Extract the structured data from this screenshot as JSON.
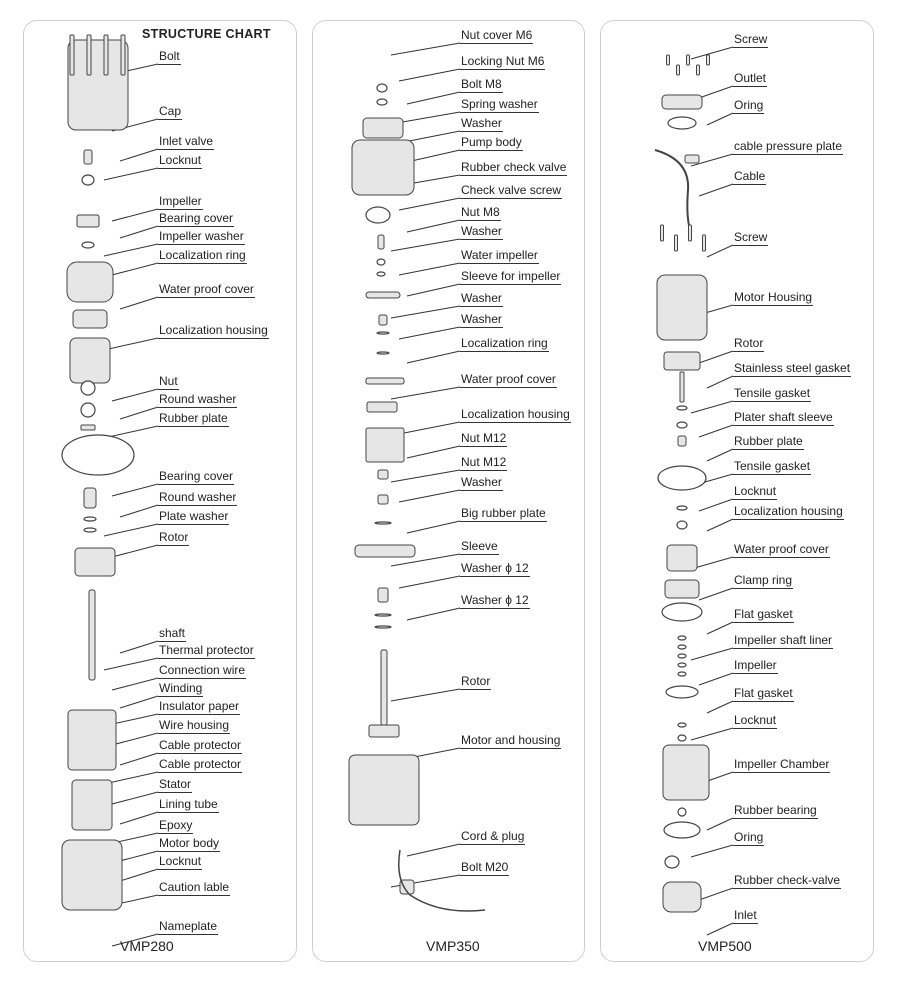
{
  "header": {
    "title": "STRUCTURE CHART"
  },
  "colors": {
    "line": "#333333",
    "part_fill": "#e6e6e6",
    "part_stroke": "#444444",
    "panel_border": "#cfcfcf"
  },
  "columns": [
    {
      "model": "VMP280",
      "labels": [
        "Bolt",
        "Cap",
        "Inlet valve",
        "Locknut",
        "Impeller",
        "Bearing cover",
        "Impeller washer",
        "Localization ring",
        "Water proof cover",
        "Localization housing",
        "Nut",
        "Round washer",
        "Rubber plate",
        "Bearing cover",
        "Round washer",
        "Plate washer",
        "Rotor",
        "shaft",
        "Thermal protector",
        "Connection wire",
        "Winding",
        "Insulator paper",
        "Wire housing",
        "Cable protector",
        "Cable protector",
        "Stator",
        "Lining tube",
        "Epoxy",
        "Motor body",
        "Locknut",
        "Caution lable",
        "Nameplate"
      ]
    },
    {
      "model": "VMP350",
      "labels": [
        "Nut cover M6",
        "Locking Nut M6",
        "Bolt M8",
        "Spring washer",
        "Washer",
        "Pump body",
        "Rubber check valve",
        "Check valve screw",
        "Nut M8",
        "Washer",
        "Water impeller",
        "Sleeve for impeller",
        "Washer",
        "Washer",
        "Localization ring",
        "Water proof  cover",
        "Localization housing",
        "Nut M12",
        "Nut M12",
        "Washer",
        "Big rubber plate",
        "Sleeve",
        "Washer ϕ 12",
        "Washer ϕ 12",
        "Rotor",
        "Motor and housing",
        "Cord & plug",
        "Bolt M20"
      ]
    },
    {
      "model": "VMP500",
      "labels": [
        "Screw",
        "Outlet",
        "Oring",
        "cable pressure plate",
        "Cable",
        "Screw",
        "Motor Housing",
        "Rotor",
        "Stainless steel gasket",
        "Tensile gasket",
        "Plater shaft sleeve",
        "Rubber plate",
        "Tensile gasket",
        "Locknut",
        "Localization housing",
        "Water proof cover",
        "Clamp ring",
        "Flat gasket",
        "Impeller shaft liner",
        "Impeller",
        "Flat gasket",
        "Locknut",
        "Impeller Chamber",
        "Rubber bearing",
        "Oring",
        "Rubber check-valve",
        "Inlet"
      ]
    }
  ]
}
